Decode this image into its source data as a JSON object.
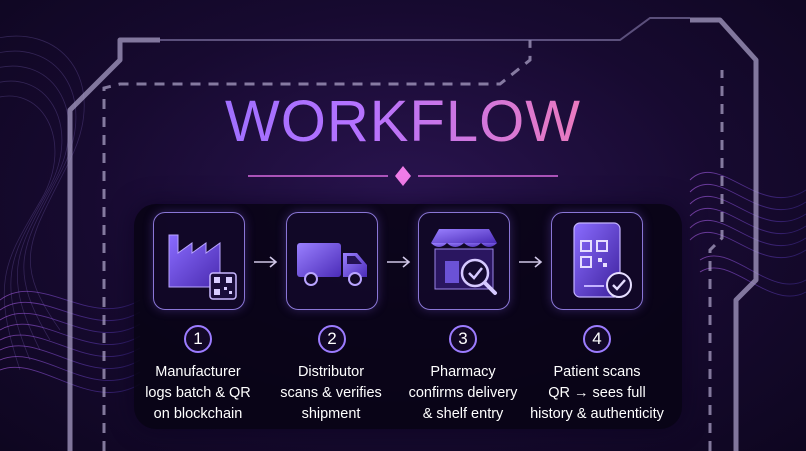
{
  "title": "WORKFLOW",
  "colors": {
    "accent_purple": "#9c7cff",
    "accent_pink": "#e05ad8",
    "title_gradient_start": "#7f6bff",
    "title_gradient_end": "#ff8a6a",
    "background": "#170a30"
  },
  "steps": [
    {
      "number": "1",
      "icon": "factory-qr-icon",
      "lines": [
        "Manufacturer",
        "logs batch & QR",
        "on blockchain"
      ]
    },
    {
      "number": "2",
      "icon": "delivery-truck-icon",
      "lines": [
        "Distributor",
        "scans & verifies",
        "shipment"
      ]
    },
    {
      "number": "3",
      "icon": "pharmacy-store-check-icon",
      "lines": [
        "Pharmacy",
        "confirms delivery",
        "& shelf entry"
      ]
    },
    {
      "number": "4",
      "icon": "phone-qr-verified-icon",
      "lines": [
        "Patient scans",
        "QR → sees full",
        "history & authenticity"
      ]
    }
  ]
}
